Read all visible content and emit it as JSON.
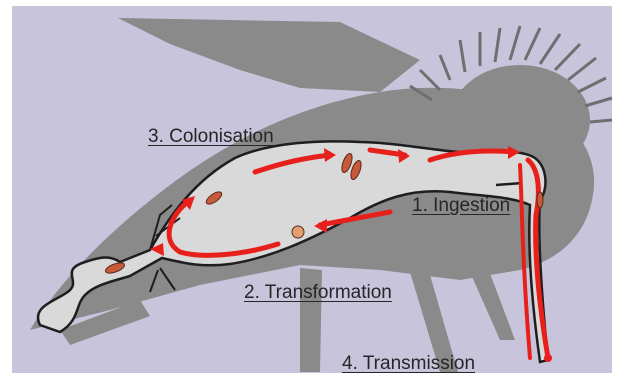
{
  "stages": {
    "colonisation": "3. Colonisation",
    "ingestion": "1. Ingestion",
    "transformation": "2. Transformation",
    "transmission": "4. Transmission"
  },
  "colors": {
    "background": "#c8c4dc",
    "mosquito": "#8a8a8a",
    "mosquito_dark": "#6f6f6f",
    "gut": "#d9d9d9",
    "gut_outline": "#1e1e1e",
    "arrows": "#e8201c",
    "parasite": "#c85a3c",
    "text": "#262626"
  },
  "icons": [
    "mosquito-silhouette",
    "midgut-outline",
    "lifecycle-arrows",
    "parasite-cells"
  ]
}
